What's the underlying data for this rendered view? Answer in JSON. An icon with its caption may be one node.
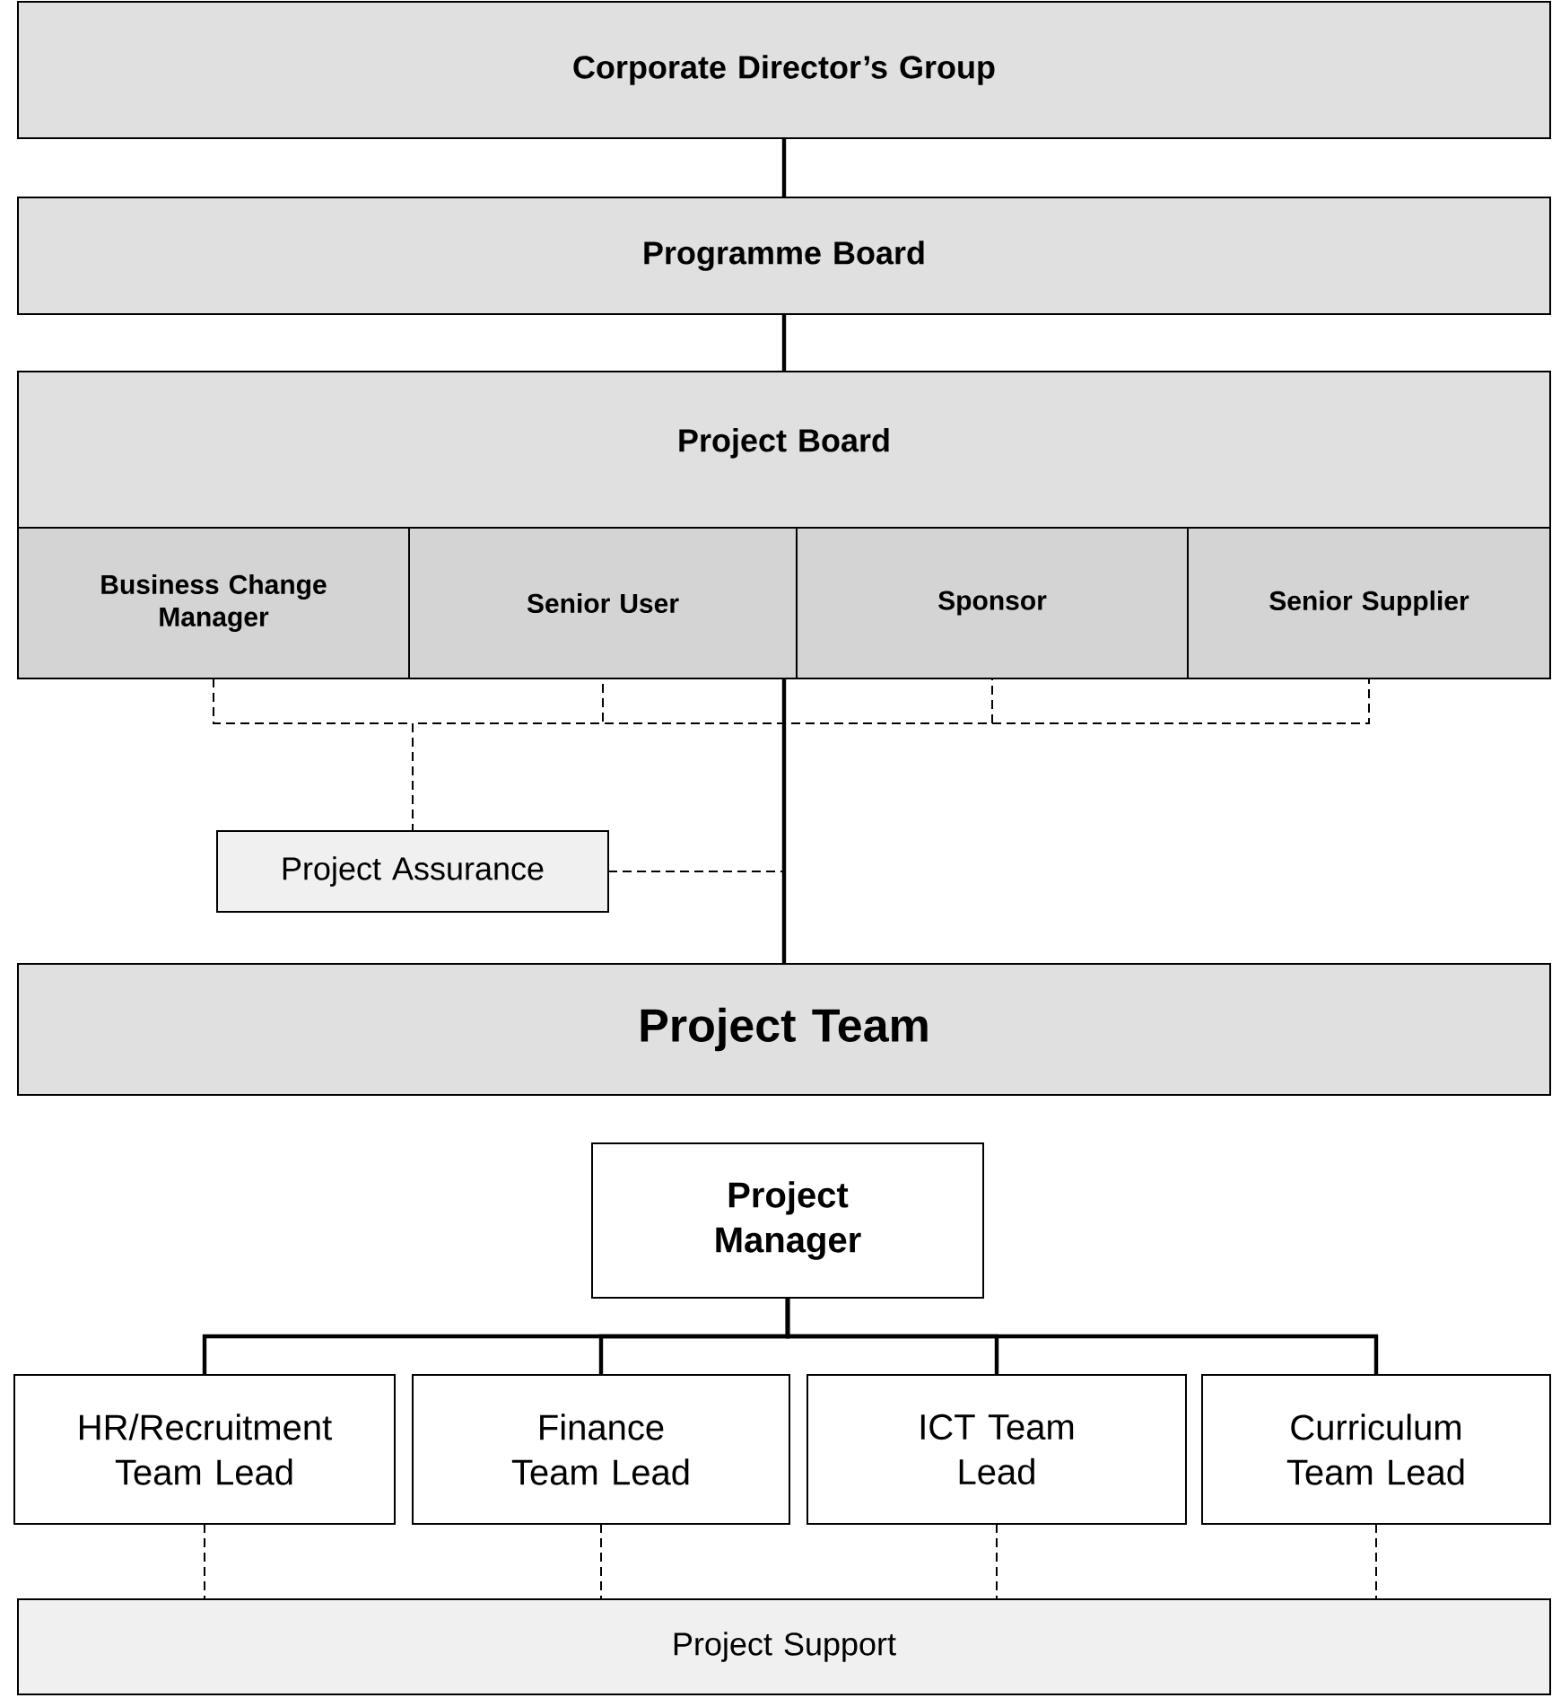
{
  "diagram": {
    "nodes": [
      {
        "text": [
          "Corporate Director’s Group"
        ]
      },
      {
        "text": [
          "Programme Board"
        ]
      },
      {
        "text": [
          "Project Board"
        ]
      },
      {
        "text": [
          "Business Change Manager"
        ],
        "in": 2
      },
      {
        "text": [
          "Senior User"
        ],
        "in": 2
      },
      {
        "text": [
          "Sponsor"
        ],
        "in": 2
      },
      {
        "text": [
          "Senior Supplier"
        ],
        "in": 2
      },
      {
        "text": [
          "Project Assurance"
        ]
      },
      {
        "text": [
          "Project Team"
        ]
      },
      {
        "text": [
          "Project Manager"
        ]
      },
      {
        "text": [
          "HR/Recruitment Team Lead"
        ]
      },
      {
        "text": [
          "Finance Team Lead"
        ]
      },
      {
        "text": [
          "ICT Team Lead"
        ]
      },
      {
        "text": [
          "Curriculum Team Lead"
        ]
      },
      {
        "text": [
          "Project Support"
        ]
      }
    ],
    "edges": [
      {
        "from": 0,
        "to": 1,
        "arrow": "none"
      },
      {
        "from": 1,
        "to": 2,
        "arrow": "none"
      },
      {
        "from": 2,
        "to": 8,
        "arrow": "none"
      },
      {
        "from": 3,
        "to": 7,
        "arrow": "none",
        "style": "dashed"
      },
      {
        "from": 4,
        "to": 7,
        "arrow": "none",
        "style": "dashed"
      },
      {
        "from": 5,
        "to": 7,
        "arrow": "none",
        "style": "dashed"
      },
      {
        "from": 6,
        "to": 7,
        "arrow": "none",
        "style": "dashed"
      },
      {
        "from": 7,
        "to": null,
        "arrow": "none",
        "style": "dashed"
      },
      {
        "from": 9,
        "to": 10,
        "arrow": "none"
      },
      {
        "from": 9,
        "to": 11,
        "arrow": "none"
      },
      {
        "from": 9,
        "to": 12,
        "arrow": "none"
      },
      {
        "from": 9,
        "to": 13,
        "arrow": "none"
      },
      {
        "from": 10,
        "to": 14,
        "arrow": "none",
        "style": "dashed"
      },
      {
        "from": 11,
        "to": 14,
        "arrow": "none",
        "style": "dashed"
      },
      {
        "from": 12,
        "to": 14,
        "arrow": "none",
        "style": "dashed"
      },
      {
        "from": 13,
        "to": 14,
        "arrow": "none",
        "style": "dashed"
      }
    ]
  }
}
